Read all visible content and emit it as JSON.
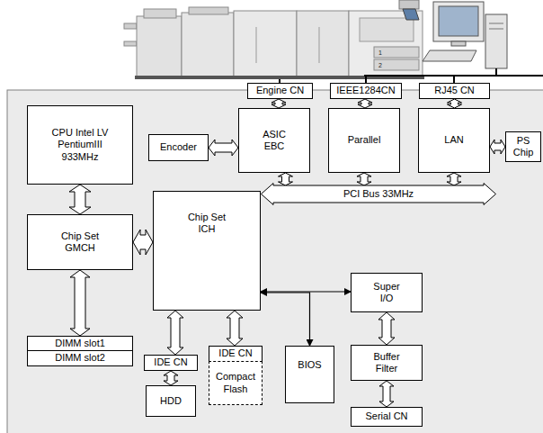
{
  "diagram": {
    "nodes": [
      {
        "text": [
          "Engine CN"
        ]
      },
      {
        "text": [
          "IEEE1284CN"
        ]
      },
      {
        "text": [
          "RJ45 CN"
        ]
      },
      {
        "text": [
          "CPU Intel LV PentiumIII 933MHz"
        ]
      },
      {
        "text": [
          "Encoder"
        ]
      },
      {
        "text": [
          "ASIC EBC"
        ]
      },
      {
        "text": [
          "Parallel"
        ]
      },
      {
        "text": [
          "LAN"
        ]
      },
      {
        "text": [
          "PS Chip"
        ]
      },
      {
        "text": [
          "PCI Bus 33MHz"
        ]
      },
      {
        "text": [
          "Chip Set GMCH"
        ]
      },
      {
        "text": [
          "Chip Set ICH"
        ]
      },
      {
        "text": [
          "Super I/O"
        ]
      },
      {
        "text": [
          "DIMM slot1"
        ]
      },
      {
        "text": [
          "DIMM slot2"
        ]
      },
      {
        "text": [
          "IDE CN"
        ]
      },
      {
        "text": [
          "IDE CN"
        ]
      },
      {
        "text": [
          "Compact Flash"
        ]
      },
      {
        "text": [
          "BIOS"
        ]
      },
      {
        "text": [
          "Buffer Filter"
        ]
      },
      {
        "text": [
          "HDD"
        ]
      },
      {
        "text": [
          "Serial CN"
        ]
      }
    ],
    "edges": [
      {
        "from": 0,
        "to": 5,
        "arrow": "both"
      },
      {
        "from": 1,
        "to": 6,
        "arrow": "both"
      },
      {
        "from": 2,
        "to": 7,
        "arrow": "both"
      },
      {
        "from": 3,
        "to": 10,
        "arrow": "both"
      },
      {
        "from": 4,
        "to": 5,
        "arrow": "both"
      },
      {
        "from": 7,
        "to": 8,
        "arrow": "both"
      },
      {
        "from": 5,
        "to": 9,
        "arrow": "both"
      },
      {
        "from": 6,
        "to": 9,
        "arrow": "both"
      },
      {
        "from": 7,
        "to": 9,
        "arrow": "both"
      },
      {
        "from": 10,
        "to": 11,
        "arrow": "both"
      },
      {
        "from": 11,
        "to": 12,
        "arrow": "both"
      },
      {
        "from": 11,
        "to": 18,
        "arrow": "both"
      },
      {
        "from": 10,
        "to": 13,
        "arrow": "both"
      },
      {
        "from": 11,
        "to": 15,
        "arrow": "both"
      },
      {
        "from": 11,
        "to": 16,
        "arrow": "both"
      },
      {
        "from": 15,
        "to": 20,
        "arrow": "both"
      },
      {
        "from": 12,
        "to": 19,
        "arrow": "both"
      },
      {
        "from": 19,
        "to": 21,
        "arrow": "both"
      }
    ],
    "labels": [
      "1",
      "2"
    ]
  }
}
